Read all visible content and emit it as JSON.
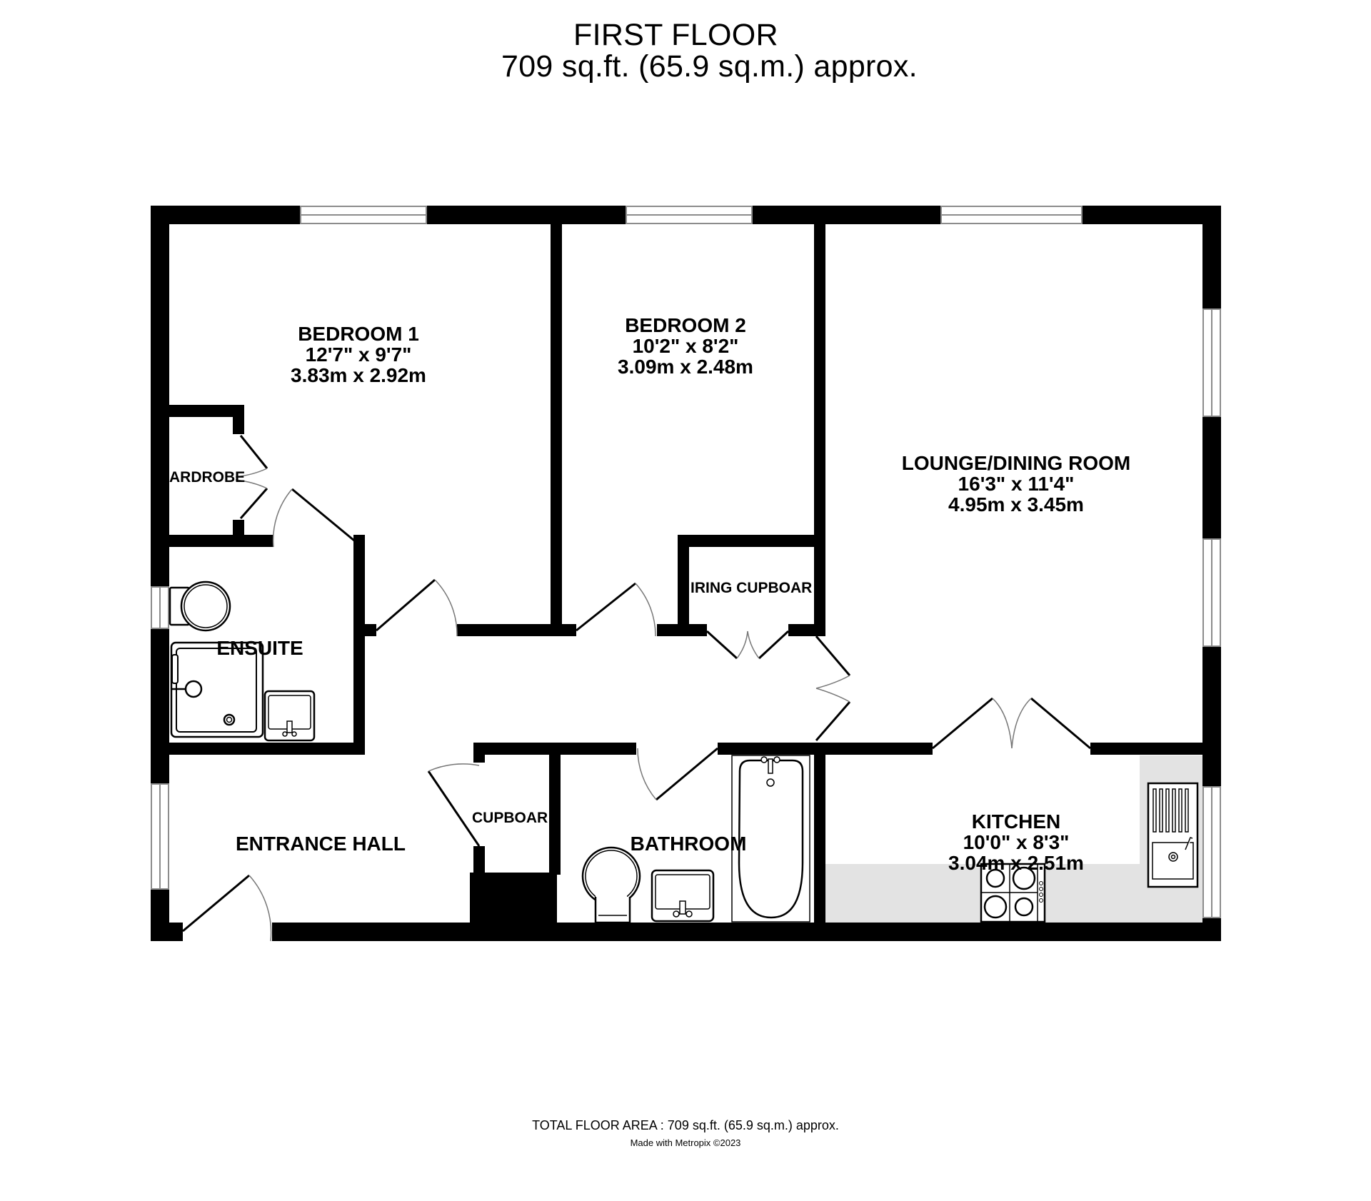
{
  "header": {
    "title": "FIRST FLOOR",
    "area": "709 sq.ft. (65.9 sq.m.) approx."
  },
  "rooms": {
    "bedroom1": {
      "name": "BEDROOM 1",
      "imperial": "12'7\"  x 9'7\"",
      "metric": "3.83m  x 2.92m"
    },
    "bedroom2": {
      "name": "BEDROOM 2",
      "imperial": "10'2\"  x 8'2\"",
      "metric": "3.09m  x 2.48m"
    },
    "lounge": {
      "name": "LOUNGE/DINING ROOM",
      "imperial": "16'3\"  x 11'4\"",
      "metric": "4.95m  x 3.45m"
    },
    "kitchen": {
      "name": "KITCHEN",
      "imperial": "10'0\"  x 8'3\"",
      "metric": "3.04m  x 2.51m"
    },
    "ensuite": {
      "name": "ENSUITE"
    },
    "bathroom": {
      "name": "BATHROOM"
    },
    "entrance_hall": {
      "name": "ENTRANCE HALL"
    },
    "wardrobe": {
      "name": "ARDROBE"
    },
    "airing_cupboard": {
      "name": "AIRING CUPBOARD",
      "visible_text": "IRING CUPBOAR"
    },
    "cupboard": {
      "name": "CUPBOARD",
      "visible_text": "CUPBOAR"
    }
  },
  "fixtures": {
    "ensuite": [
      "toilet",
      "shower-tray",
      "basin"
    ],
    "bathroom": [
      "toilet",
      "basin",
      "bath"
    ],
    "kitchen": [
      "hob",
      "sink-drainer",
      "worktop"
    ]
  },
  "colors": {
    "wall": "#000000",
    "window_frame": "#8c8c8c",
    "worktop": "#e3e3e3",
    "background": "#ffffff"
  },
  "footer": {
    "total_area": "TOTAL FLOOR AREA : 709 sq.ft. (65.9 sq.m.) approx.",
    "credit": "Made with Metropix ©2023"
  }
}
